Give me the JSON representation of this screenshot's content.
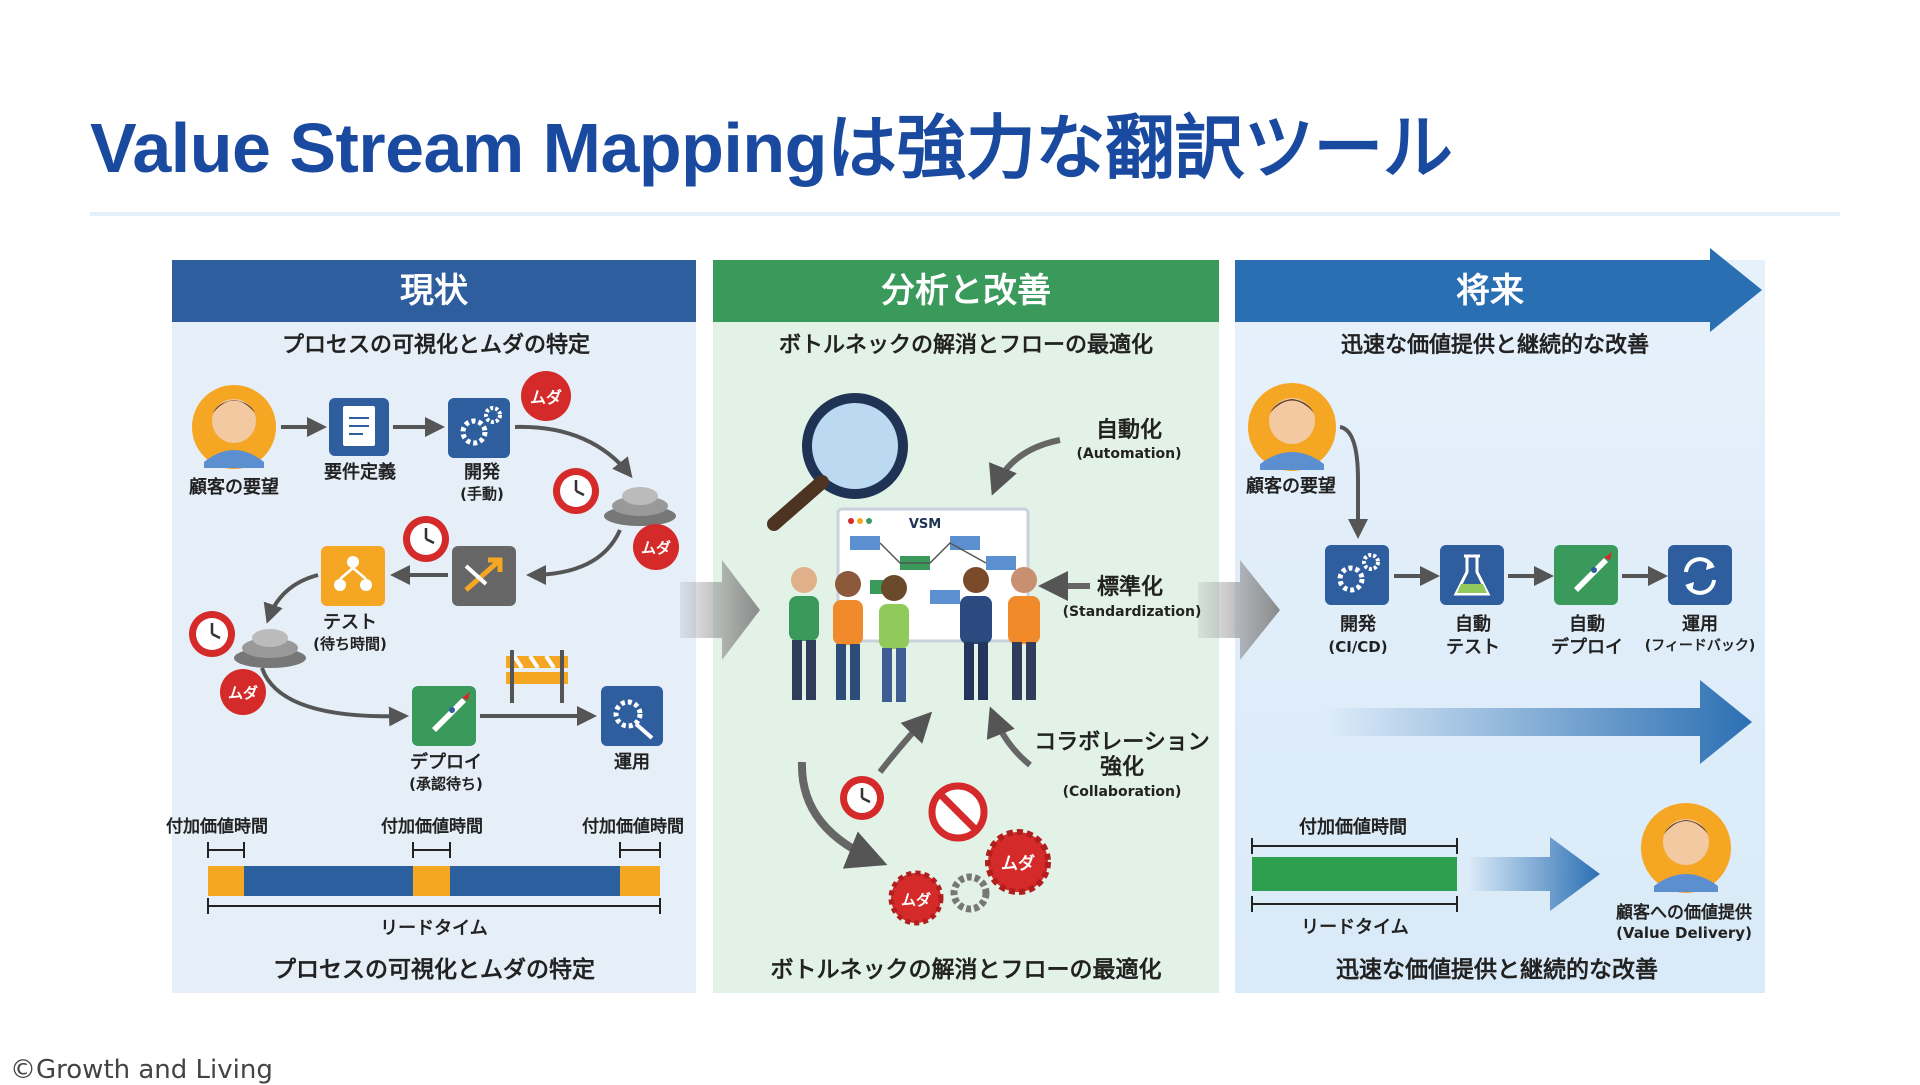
{
  "title": "Value Stream Mappingは強力な翻訳ツール",
  "copyright": "©Growth and Living",
  "panels": {
    "current": {
      "header": "現状",
      "subtitle": "プロセスの可視化とムダの特定",
      "footer": "プロセスの可視化とムダの特定",
      "labels": {
        "customer": "顧客の要望",
        "requirements": "要件定義",
        "dev": "開発",
        "dev_note": "(手動)",
        "test": "テスト",
        "test_note": "(待ち時間)",
        "deploy": "デプロイ",
        "deploy_note": "(承認待ち)",
        "ops": "運用",
        "va1": "付加価値時間",
        "va2": "付加価値時間",
        "va3": "付加価値時間",
        "lead": "リードタイム",
        "muda": "ムダ"
      }
    },
    "analysis": {
      "header": "分析と改善",
      "subtitle": "ボトルネックの解消とフローの最適化",
      "footer": "ボトルネックの解消とフローの最適化",
      "labels": {
        "vsm": "VSM",
        "auto": "自動化",
        "auto_en": "(Automation)",
        "std": "標準化",
        "std_en": "(Standardization)",
        "collab": "コラボレーション",
        "collab2": "強化",
        "collab_en": "(Collaboration)",
        "muda": "ムダ"
      }
    },
    "future": {
      "header": "将来",
      "subtitle": "迅速な価値提供と継続的な改善",
      "footer": "迅速な価値提供と継続的な改善",
      "labels": {
        "customer": "顧客の要望",
        "dev": "開発",
        "dev_note": "(CI/CD)",
        "test": "自動",
        "test_note": "テスト",
        "deploy": "自動",
        "deploy_note": "デプロイ",
        "ops": "運用",
        "ops_note": "(フィードバック)",
        "va": "付加価値時間",
        "lead": "リードタイム",
        "delivery": "顧客への価値提供",
        "delivery_en": "(Value Delivery)"
      }
    }
  },
  "colors": {
    "title": "#1a4aa0",
    "current_header": "#2f5e9e",
    "analysis_header": "#3a9a5c",
    "future_header": "#2b6fb3",
    "muda_red": "#d42a2a",
    "va_orange": "#f5a623",
    "lead_blue": "#2c5f9e",
    "future_green": "#2e9e4f"
  }
}
